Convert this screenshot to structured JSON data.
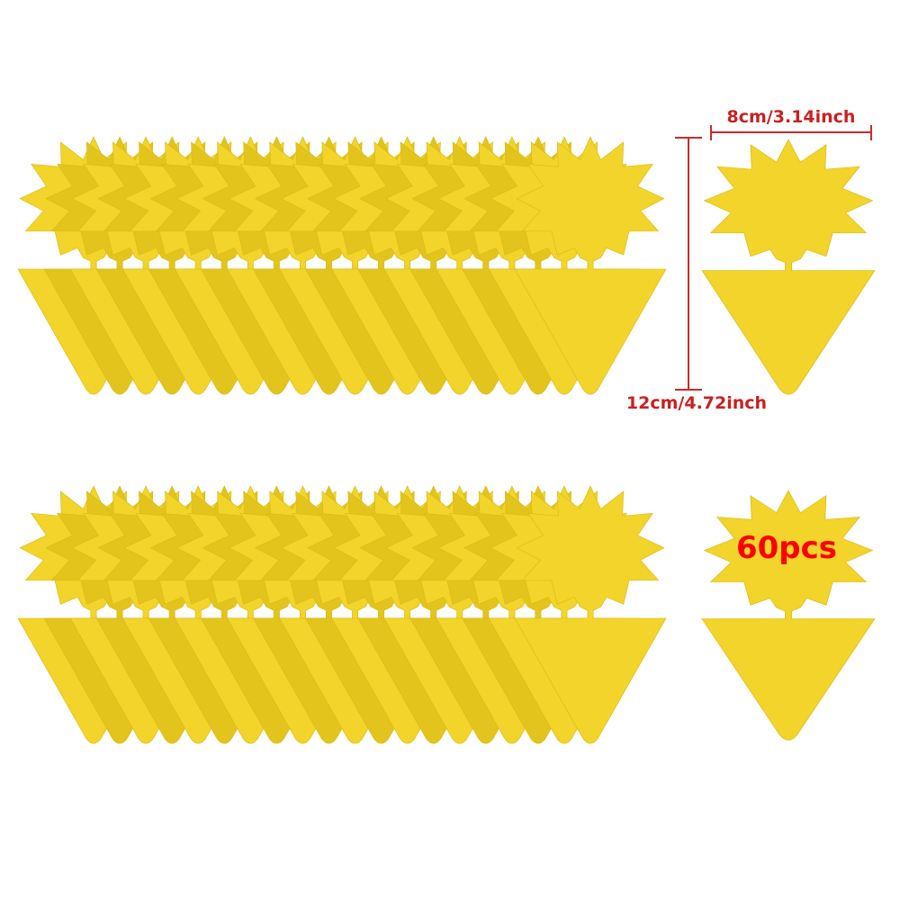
{
  "product": {
    "color": "#f2d42a",
    "color_shadow": "#e3c41c",
    "edge_color": "#d9b914",
    "units_per_stack": 20,
    "stacks": 2
  },
  "dimensions": {
    "width_label": "8cm/3.14inch",
    "height_label": "12cm/4.72inch",
    "line_color": "#cc2b2b",
    "text_color": "#cc1f1f"
  },
  "quantity": {
    "label": "60pcs",
    "color": "#ff0000"
  }
}
